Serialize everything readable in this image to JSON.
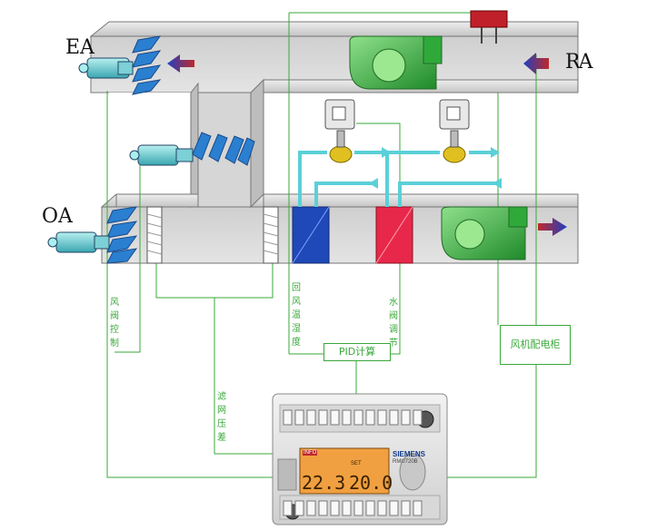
{
  "labels": {
    "ea": "EA",
    "ra": "RA",
    "oa": "OA",
    "damper_control": "风阀控制",
    "return_air_temp_humidity": "回风温湿度",
    "water_valve_adjust": "水阀调节",
    "filter_pressure_diff": "滤网压差",
    "pid_calc": "PID计算",
    "fan_panel": "风机配电柜"
  },
  "controller": {
    "brand": "SIEMENS",
    "model": "RMU720B",
    "reading_left": "22.3",
    "reading_right": "20.0",
    "setpoint_label": "SET",
    "screen_tag": "INFO"
  },
  "colors": {
    "duct": "#d9d9d9",
    "duct_edge": "#777777",
    "signal_line": "#3aa83a",
    "cooling_coil": "#1f48b8",
    "heating_coil": "#e8284a",
    "fan": "#2faa3a",
    "damper": "#2a7fd0",
    "water_pipe": "#5ad0d8",
    "arrow_red": "#c0282a",
    "arrow_blue": "#2040c0",
    "lcd": "#f0a040"
  }
}
